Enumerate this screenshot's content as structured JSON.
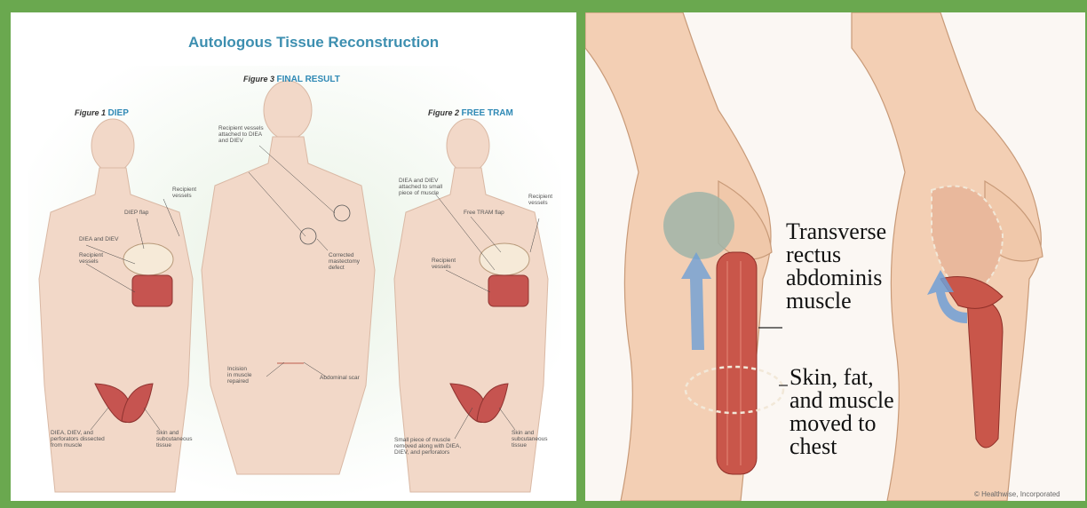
{
  "colors": {
    "border": "#6aa84f",
    "title": "#3d8fb0",
    "fig_name": "#2f89b5"
  },
  "left": {
    "title": "Autologous Tissue Reconstruction",
    "fig1": {
      "num": "Figure 1",
      "name": "DIEP"
    },
    "fig3": {
      "num": "Figure 3",
      "name": "FINAL RESULT"
    },
    "fig2": {
      "num": "Figure 2",
      "name": "FREE TRAM"
    },
    "labels": {
      "recipient_vessels_1": "Recipient\nvessels",
      "diep_flap": "DIEP flap",
      "diea_diev_1": "DIEA and DIEV",
      "recipient_vessels_2": "Recipient\nvessels",
      "diea_dissected": "DIEA, DIEV, and\nperforators dissected\nfrom muscle",
      "skin_subq_1": "Skin and\nsubcutaneous\ntissue",
      "recipient_attached": "Recipient vessels\nattached to DIEA\nand DIEV",
      "corrected_defect": "Corrected\nmastectomy\ndefect",
      "incision": "Incision\nin muscle\nrepaired",
      "abdominal_scar": "Abdominal scar",
      "diea_attached_muscle": "DIEA and DIEV\nattached to small\npiece of muscle",
      "free_tram_flap": "Free TRAM flap",
      "recipient_vessels_3": "Recipient\nvessels",
      "recipient_vessels_4": "Recipient\nvessels",
      "small_piece_muscle": "Small piece of muscle\nremoved along with DIEA,\nDIEV, and perforators",
      "skin_subq_2": "Skin and\nsubcutaneous\ntissue"
    }
  },
  "right": {
    "label_muscle": "Transverse\nrectus\nabdominis\nmuscle",
    "label_skin": "Skin, fat,\nand muscle\nmoved to\nchest",
    "copyright": "© Healthwise, Incorporated"
  }
}
